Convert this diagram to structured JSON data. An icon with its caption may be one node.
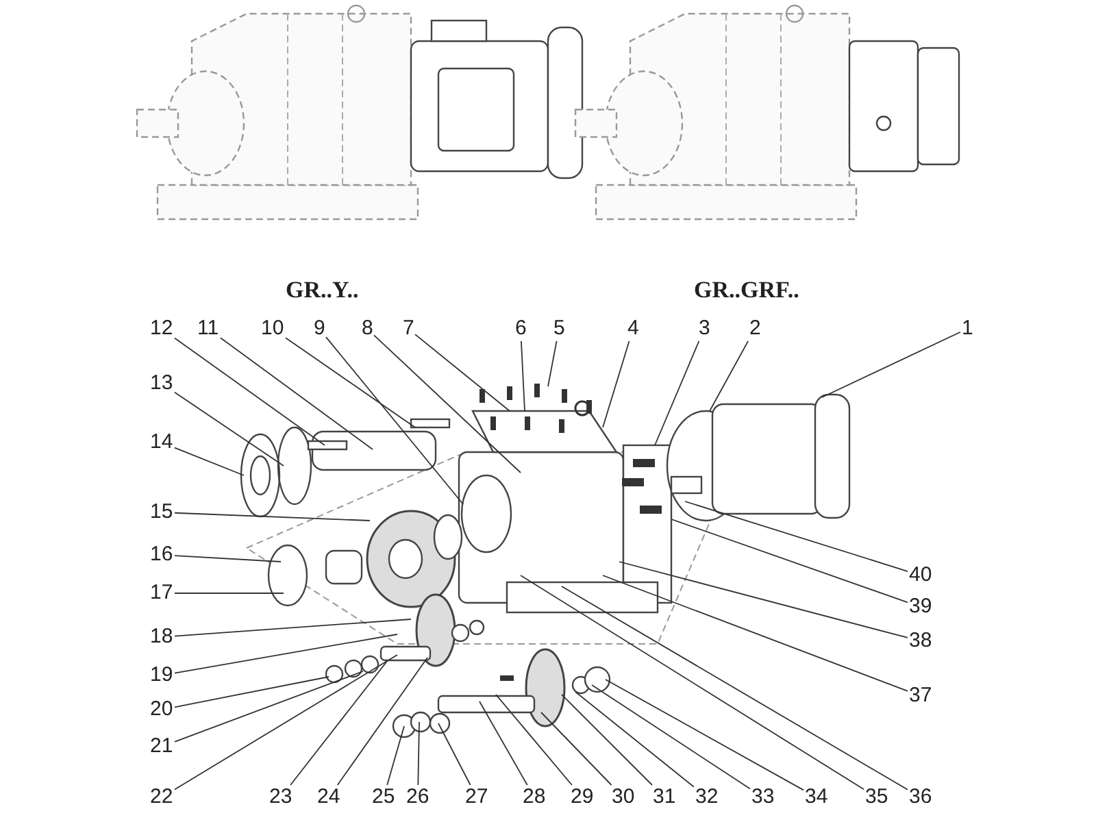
{
  "diagram": {
    "nodes": [
      {
        "text": [
          "1"
        ]
      },
      {
        "text": [
          "2"
        ]
      },
      {
        "text": [
          "3"
        ]
      },
      {
        "text": [
          "4"
        ]
      },
      {
        "text": [
          "5"
        ]
      },
      {
        "text": [
          "6"
        ]
      },
      {
        "text": [
          "7"
        ]
      },
      {
        "text": [
          "8"
        ]
      },
      {
        "text": [
          "9"
        ]
      },
      {
        "text": [
          "10"
        ]
      },
      {
        "text": [
          "11"
        ]
      },
      {
        "text": [
          "12"
        ]
      },
      {
        "text": [
          "13"
        ]
      },
      {
        "text": [
          "14"
        ]
      },
      {
        "text": [
          "15"
        ]
      },
      {
        "text": [
          "16"
        ]
      },
      {
        "text": [
          "17"
        ]
      },
      {
        "text": [
          "18"
        ]
      },
      {
        "text": [
          "19"
        ]
      },
      {
        "text": [
          "20"
        ]
      },
      {
        "text": [
          "21"
        ]
      },
      {
        "text": [
          "22"
        ]
      },
      {
        "text": [
          "23"
        ]
      },
      {
        "text": [
          "24"
        ]
      },
      {
        "text": [
          "25"
        ]
      },
      {
        "text": [
          "26"
        ]
      },
      {
        "text": [
          "27"
        ]
      },
      {
        "text": [
          "28"
        ]
      },
      {
        "text": [
          "29"
        ]
      },
      {
        "text": [
          "30"
        ]
      },
      {
        "text": [
          "31"
        ]
      },
      {
        "text": [
          "32"
        ]
      },
      {
        "text": [
          "33"
        ]
      },
      {
        "text": [
          "34"
        ]
      },
      {
        "text": [
          "35"
        ]
      },
      {
        "text": [
          "36"
        ]
      },
      {
        "text": [
          "37"
        ]
      },
      {
        "text": [
          "38"
        ]
      },
      {
        "text": [
          "39"
        ]
      },
      {
        "text": [
          "40"
        ]
      }
    ],
    "edges": [
      {
        "from": 0,
        "to": null,
        "arrow": "none"
      },
      {
        "from": 1,
        "to": null,
        "arrow": "none"
      },
      {
        "from": 2,
        "to": null,
        "arrow": "none"
      },
      {
        "from": 3,
        "to": null,
        "arrow": "none"
      },
      {
        "from": 4,
        "to": null,
        "arrow": "none"
      },
      {
        "from": 5,
        "to": null,
        "arrow": "none"
      },
      {
        "from": 6,
        "to": null,
        "arrow": "none"
      },
      {
        "from": 7,
        "to": null,
        "arrow": "none"
      },
      {
        "from": 8,
        "to": null,
        "arrow": "none"
      },
      {
        "from": 9,
        "to": null,
        "arrow": "none"
      },
      {
        "from": 10,
        "to": null,
        "arrow": "none"
      },
      {
        "from": 11,
        "to": null,
        "arrow": "none"
      },
      {
        "from": 12,
        "to": null,
        "arrow": "none"
      },
      {
        "from": 13,
        "to": null,
        "arrow": "none"
      },
      {
        "from": 14,
        "to": null,
        "arrow": "none"
      },
      {
        "from": 15,
        "to": null,
        "arrow": "none"
      },
      {
        "from": 16,
        "to": null,
        "arrow": "none"
      },
      {
        "from": 17,
        "to": null,
        "arrow": "none"
      },
      {
        "from": 18,
        "to": null,
        "arrow": "none"
      },
      {
        "from": 19,
        "to": null,
        "arrow": "none"
      },
      {
        "from": 20,
        "to": null,
        "arrow": "none"
      },
      {
        "from": 21,
        "to": null,
        "arrow": "none"
      },
      {
        "from": 22,
        "to": null,
        "arrow": "none"
      },
      {
        "from": 23,
        "to": null,
        "arrow": "none"
      },
      {
        "from": 24,
        "to": null,
        "arrow": "none"
      },
      {
        "from": 25,
        "to": null,
        "arrow": "none"
      },
      {
        "from": 26,
        "to": null,
        "arrow": "none"
      },
      {
        "from": 27,
        "to": null,
        "arrow": "none"
      },
      {
        "from": 28,
        "to": null,
        "arrow": "none"
      },
      {
        "from": 29,
        "to": null,
        "arrow": "none"
      },
      {
        "from": 30,
        "to": null,
        "arrow": "none"
      },
      {
        "from": 31,
        "to": null,
        "arrow": "none"
      },
      {
        "from": 32,
        "to": null,
        "arrow": "none"
      },
      {
        "from": 33,
        "to": null,
        "arrow": "none"
      },
      {
        "from": 34,
        "to": null,
        "arrow": "none"
      },
      {
        "from": 35,
        "to": null,
        "arrow": "none"
      },
      {
        "from": 36,
        "to": null,
        "arrow": "none"
      },
      {
        "from": 37,
        "to": null,
        "arrow": "none"
      },
      {
        "from": 38,
        "to": null,
        "arrow": "none"
      },
      {
        "from": 39,
        "to": null,
        "arrow": "none"
      }
    ],
    "labels": [
      "GR..Y..",
      "GR..GRF.."
    ]
  }
}
